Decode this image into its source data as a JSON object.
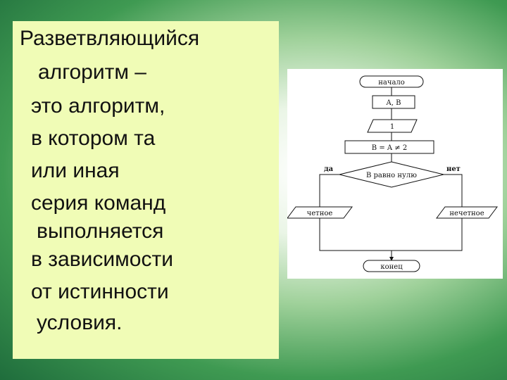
{
  "text": {
    "lines": [
      "Разветвляющийся",
      "алгоритм –",
      "это алгоритм,",
      "в котором та",
      "или иная",
      "серия команд",
      "выполняется",
      "в зависимости",
      "от истинности",
      "условия."
    ]
  },
  "flowchart": {
    "start": "начало",
    "input": "A, B",
    "process1": "1",
    "process2": "B = A ≠ 2",
    "condition": "B равно нулю",
    "yes": "да",
    "no": "нет",
    "out_yes": "четное",
    "out_no": "нечетное",
    "end": "конец"
  }
}
